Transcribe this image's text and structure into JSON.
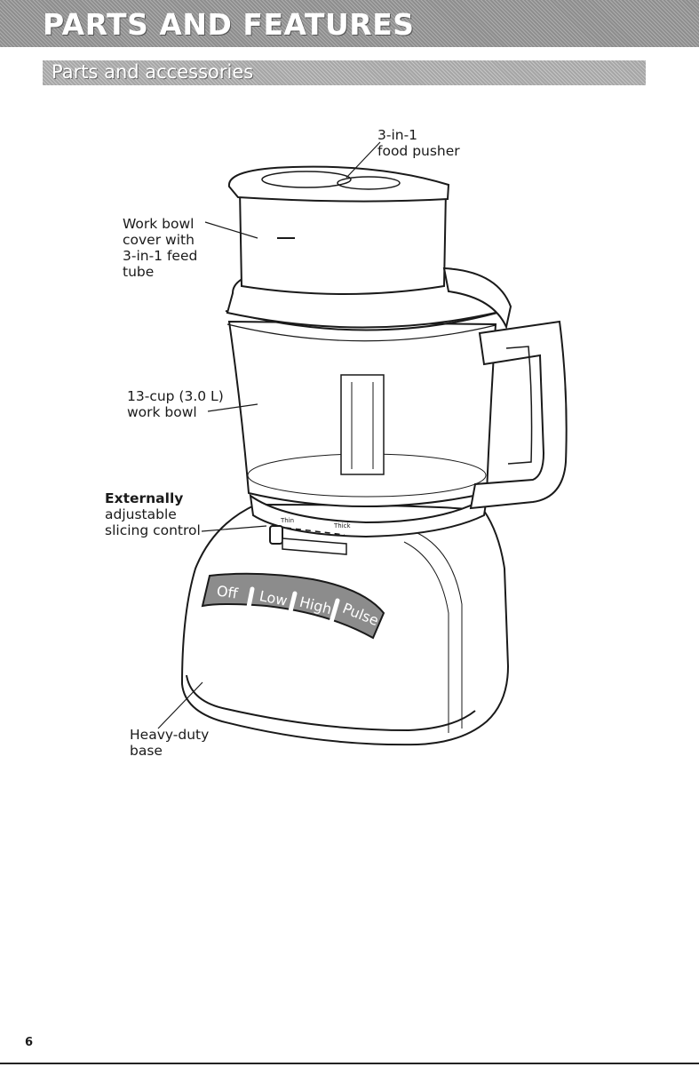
{
  "header": {
    "title": "PARTS AND FEATURES",
    "section": "Parts and accessories"
  },
  "labels": {
    "food_pusher": [
      "3-in-1",
      "food pusher"
    ],
    "work_bowl_cover": [
      "Work bowl",
      "cover with",
      "3-in-1 feed",
      "tube"
    ],
    "work_bowl": [
      "13-cup (3.0 L)",
      "work bowl"
    ],
    "slicing_control": [
      "Externally",
      "adjustable",
      "slicing control"
    ],
    "base": [
      "Heavy-duty",
      "base"
    ]
  },
  "control_panel": {
    "speeds": [
      "Off",
      "Low",
      "High",
      "Pulse"
    ],
    "slicing_ends": [
      "Thin",
      "Thick"
    ]
  },
  "footer": {
    "page_number": "6"
  }
}
